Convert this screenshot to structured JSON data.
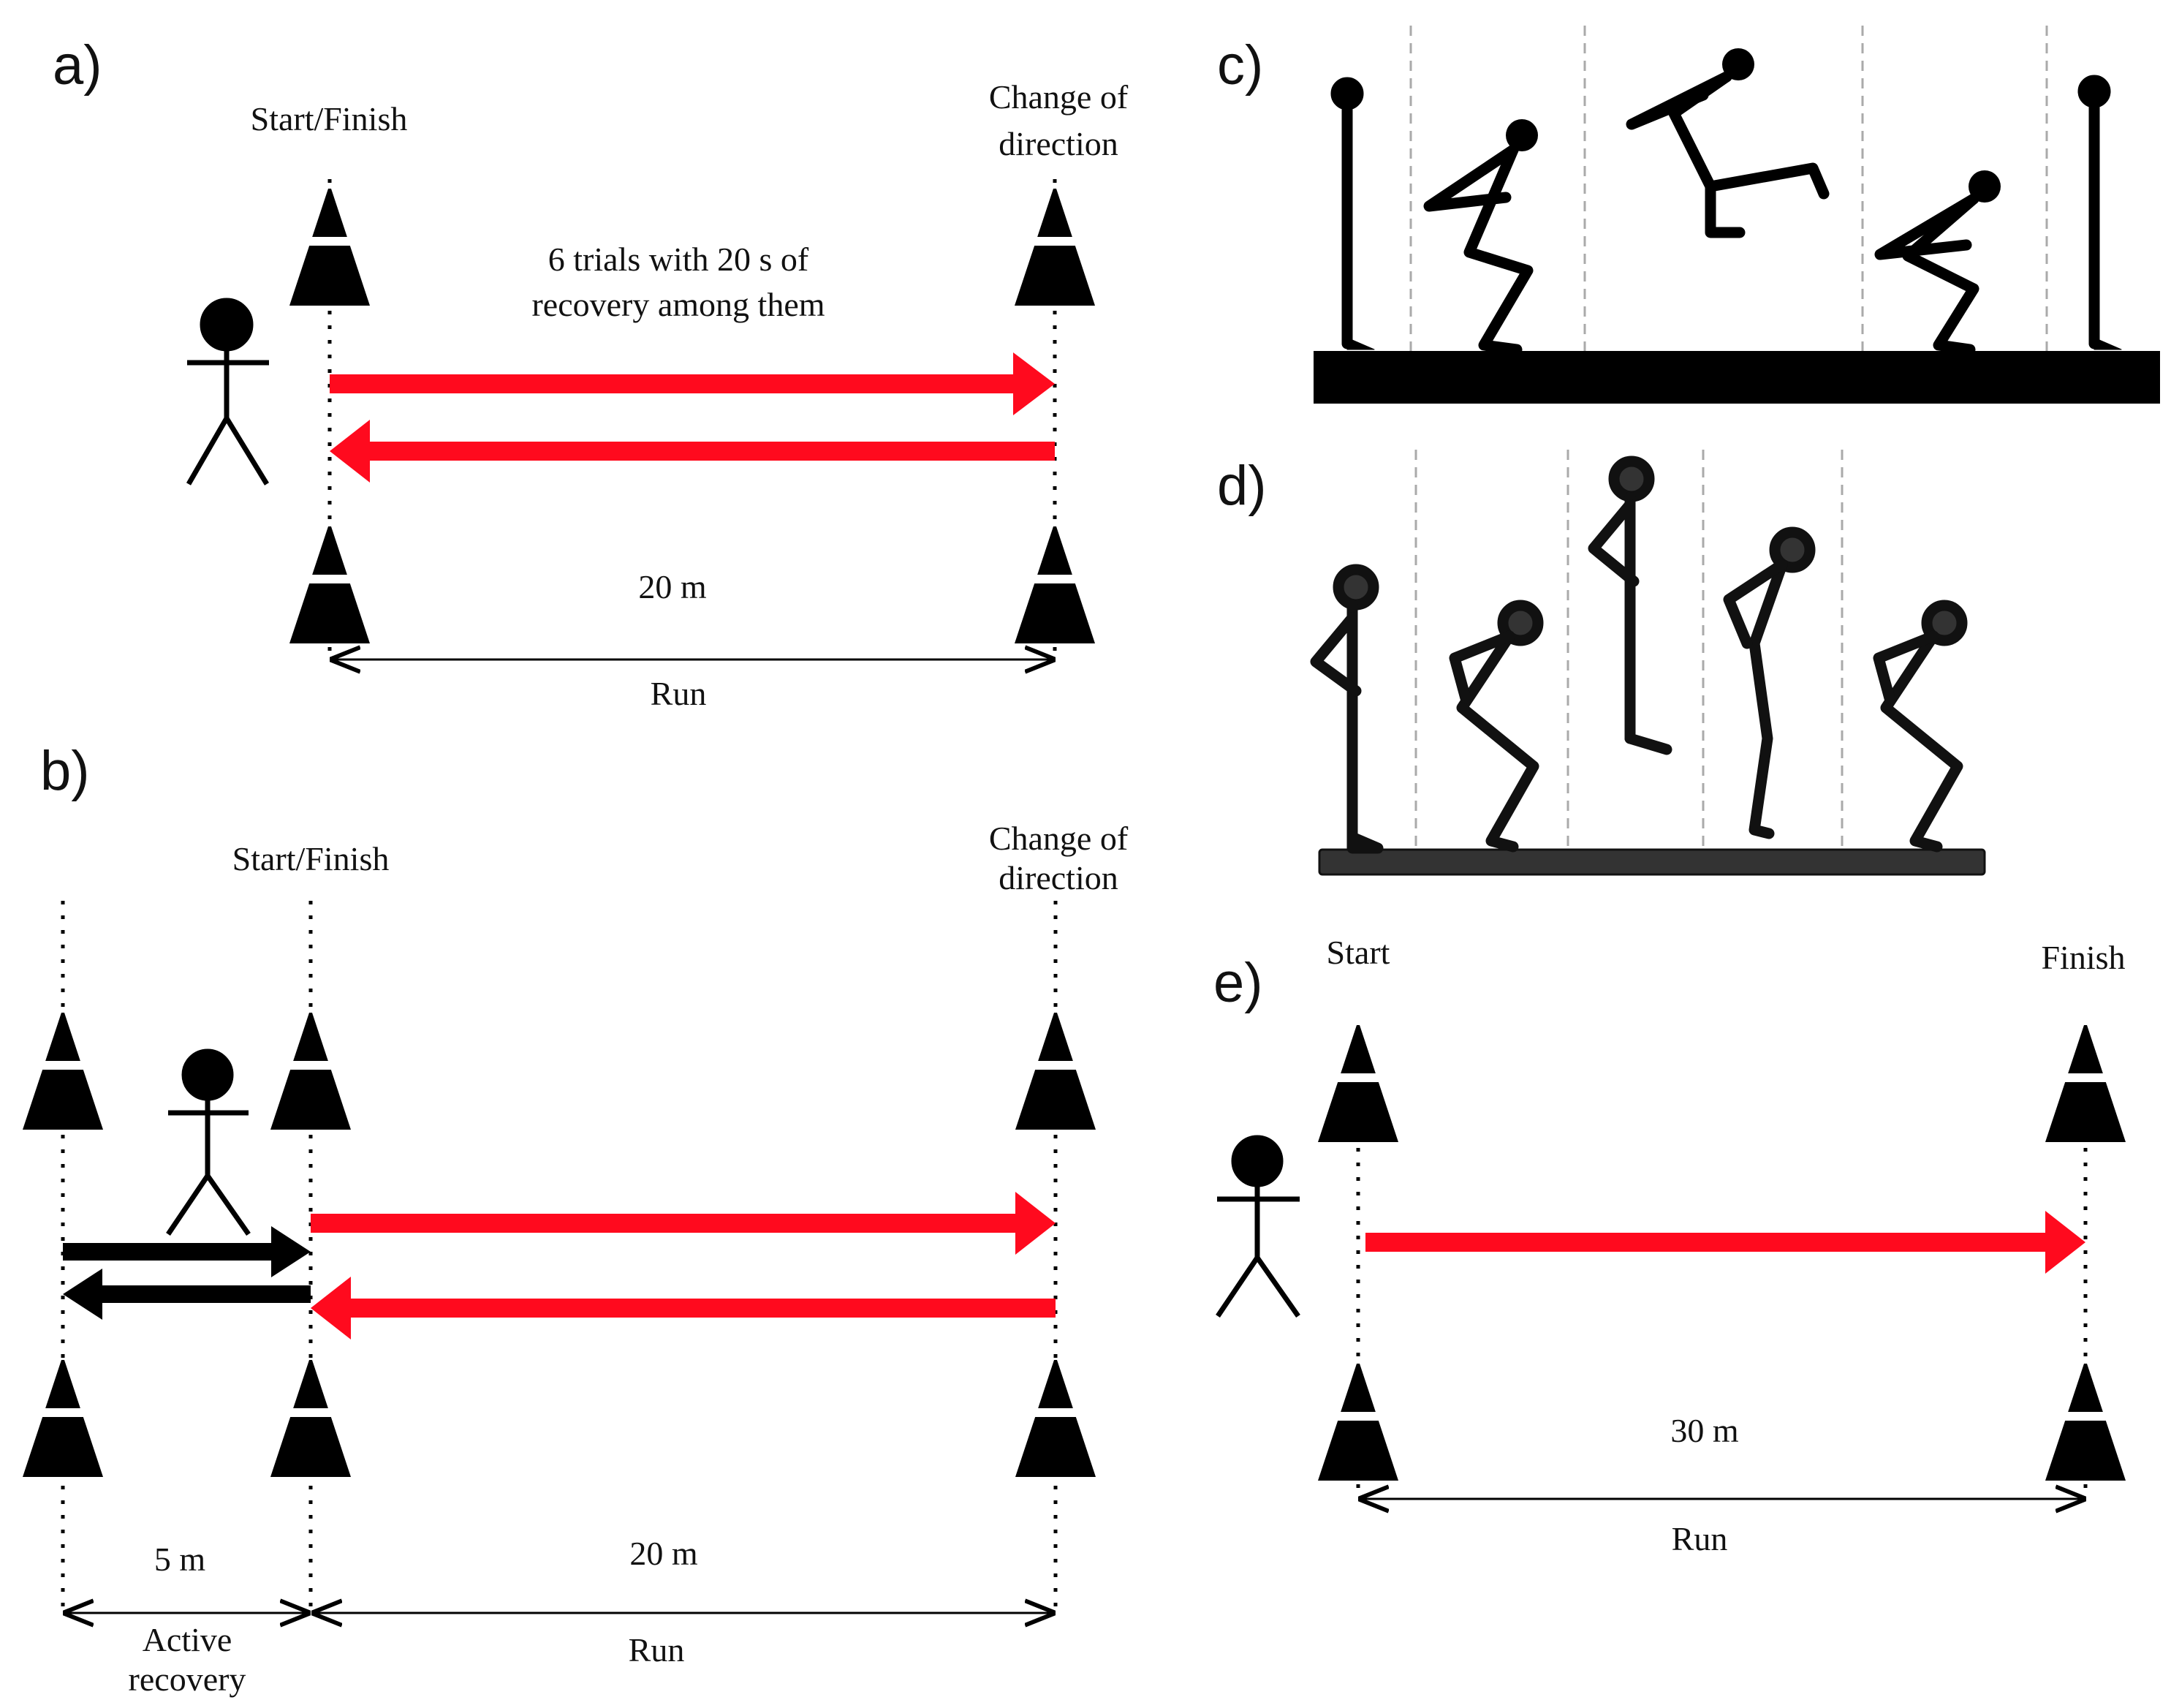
{
  "panels": {
    "a": {
      "label": "a)",
      "start_label": "Start/Finish",
      "cod_label_1": "Change of",
      "cod_label_2": "direction",
      "note_line_1": "6 trials with 20 s of",
      "note_line_2": "recovery among them",
      "distance": "20 m",
      "run": "Run"
    },
    "b": {
      "label": "b)",
      "start_label": "Start/Finish",
      "cod_label_1": "Change of",
      "cod_label_2": "direction",
      "distance_recovery": "5 m",
      "distance_run": "20 m",
      "recovery_line_1": "Active",
      "recovery_line_2": "recovery",
      "run": "Run"
    },
    "c": {
      "label": "c)"
    },
    "d": {
      "label": "d)"
    },
    "e": {
      "label": "e)",
      "start_label": "Start",
      "finish_label": "Finish",
      "distance": "30 m",
      "run": "Run"
    }
  },
  "colors": {
    "run_arrow": "#ff0a1e",
    "recovery_arrow": "#000000",
    "cone": "#000000",
    "figure_c": "#000000",
    "figure_d": "#333333",
    "divider": "#aaaaaa"
  }
}
